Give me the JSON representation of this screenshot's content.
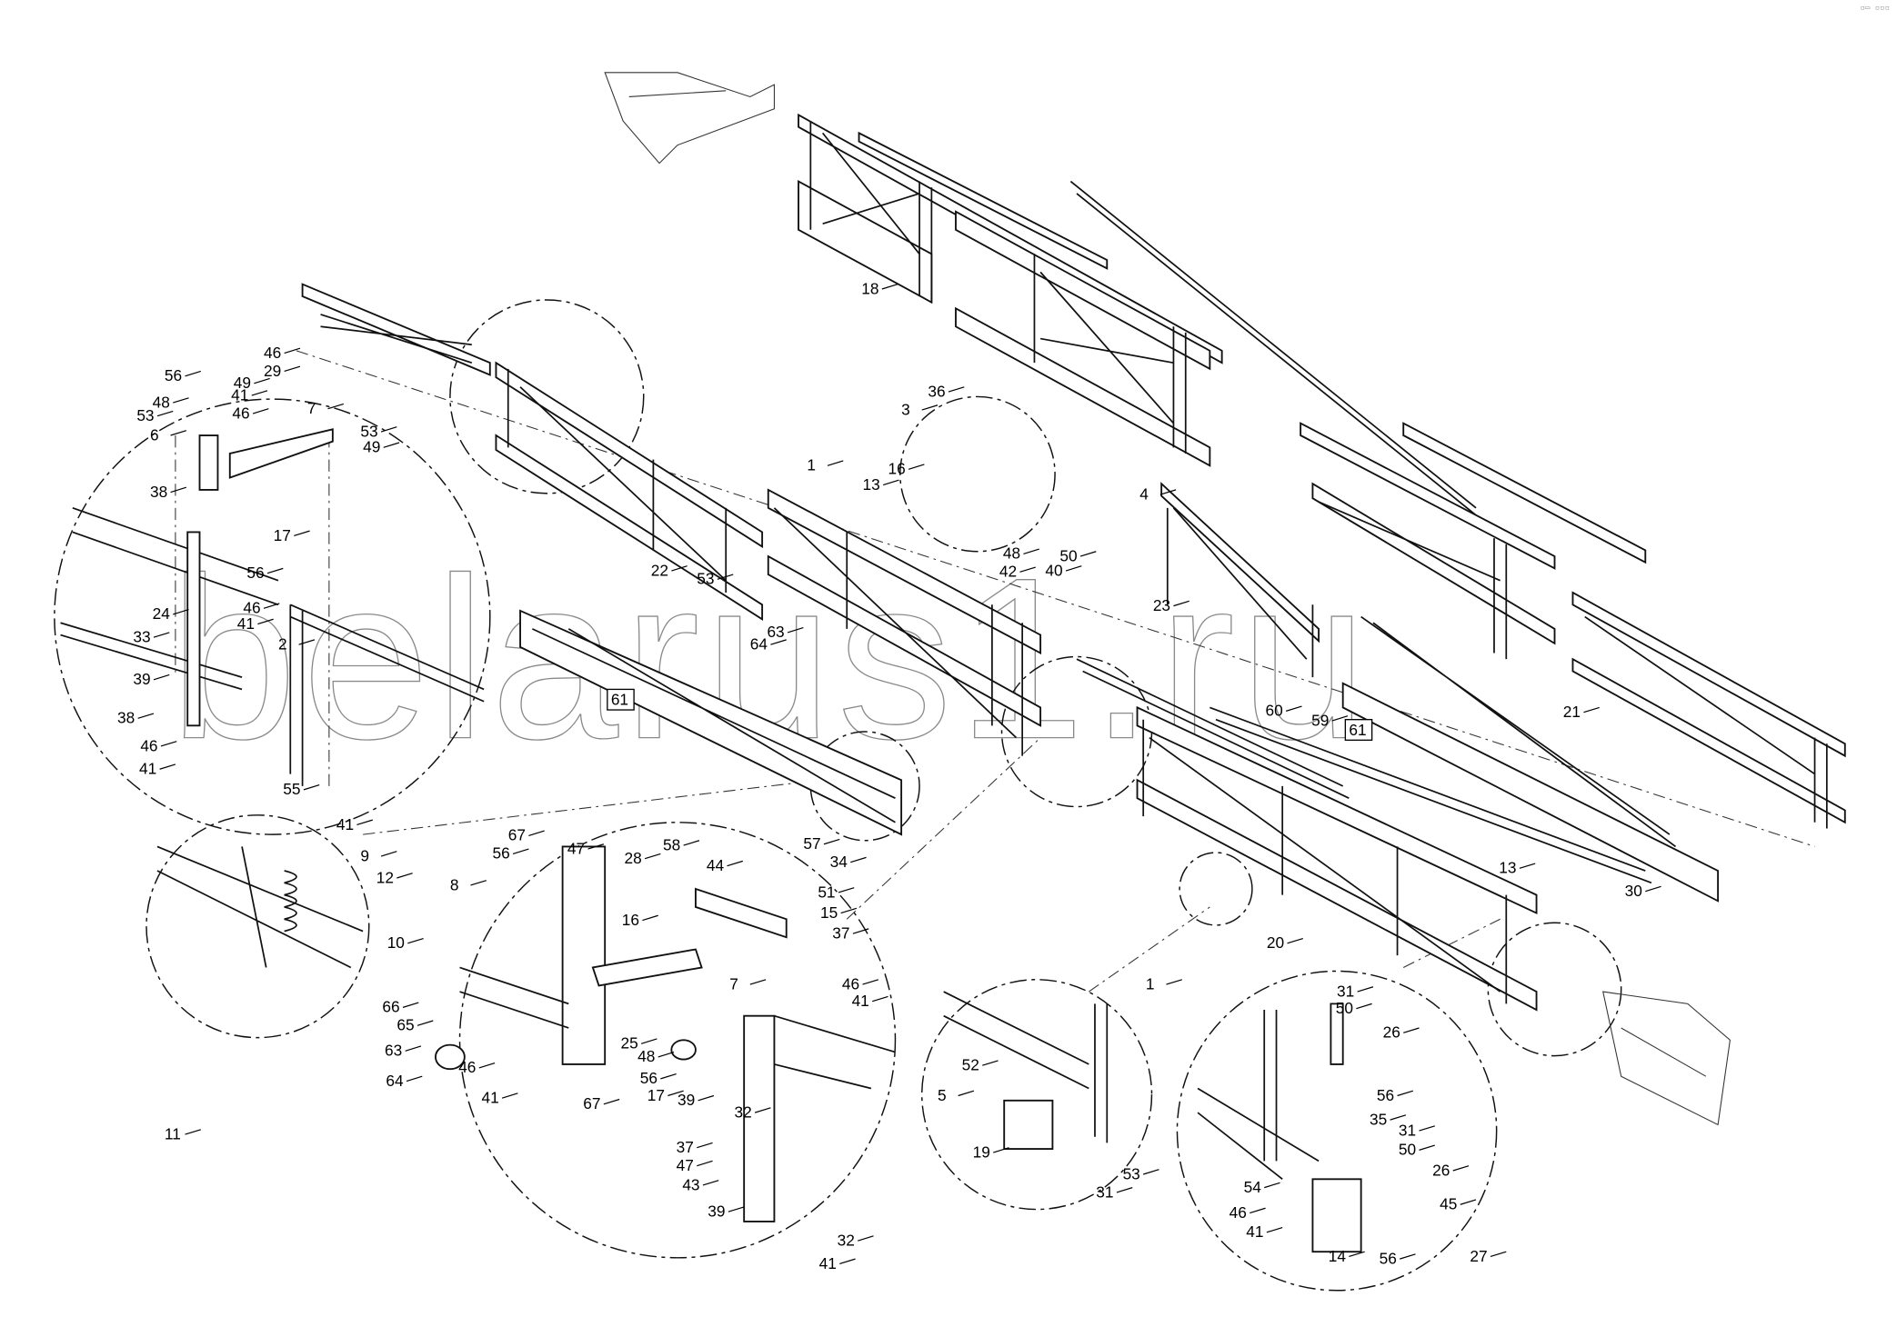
{
  "diagram": {
    "title": "Boom section assembly exploded view",
    "watermark": "belarus1.ru",
    "corner_mark": "▫▭ ▫▫▫",
    "labels": [
      "18",
      "46",
      "29",
      "56",
      "49",
      "48",
      "53",
      "41",
      "46",
      "7",
      "53",
      "49",
      "6",
      "38",
      "17",
      "56",
      "46",
      "41",
      "2",
      "24",
      "33",
      "39",
      "38",
      "46",
      "41",
      "55",
      "41",
      "9",
      "12",
      "10",
      "11",
      "36",
      "3",
      "16",
      "50",
      "48",
      "42",
      "40",
      "1",
      "13",
      "22",
      "53",
      "63",
      "64",
      "23",
      "4",
      "60",
      "59",
      "21",
      "30",
      "13",
      "20",
      "67",
      "56",
      "47",
      "28",
      "58",
      "44",
      "57",
      "34",
      "51",
      "15",
      "8",
      "16",
      "37",
      "7",
      "46",
      "41",
      "25",
      "48",
      "56",
      "17",
      "39",
      "32",
      "66",
      "65",
      "63",
      "46",
      "64",
      "41",
      "67",
      "37",
      "47",
      "43",
      "39",
      "32",
      "41",
      "1",
      "52",
      "5",
      "19",
      "53",
      "31",
      "31",
      "50",
      "26",
      "56",
      "35",
      "31",
      "50",
      "26",
      "54",
      "46",
      "41",
      "45",
      "14",
      "56",
      "27"
    ],
    "boxed_labels": [
      "61",
      "61"
    ]
  }
}
